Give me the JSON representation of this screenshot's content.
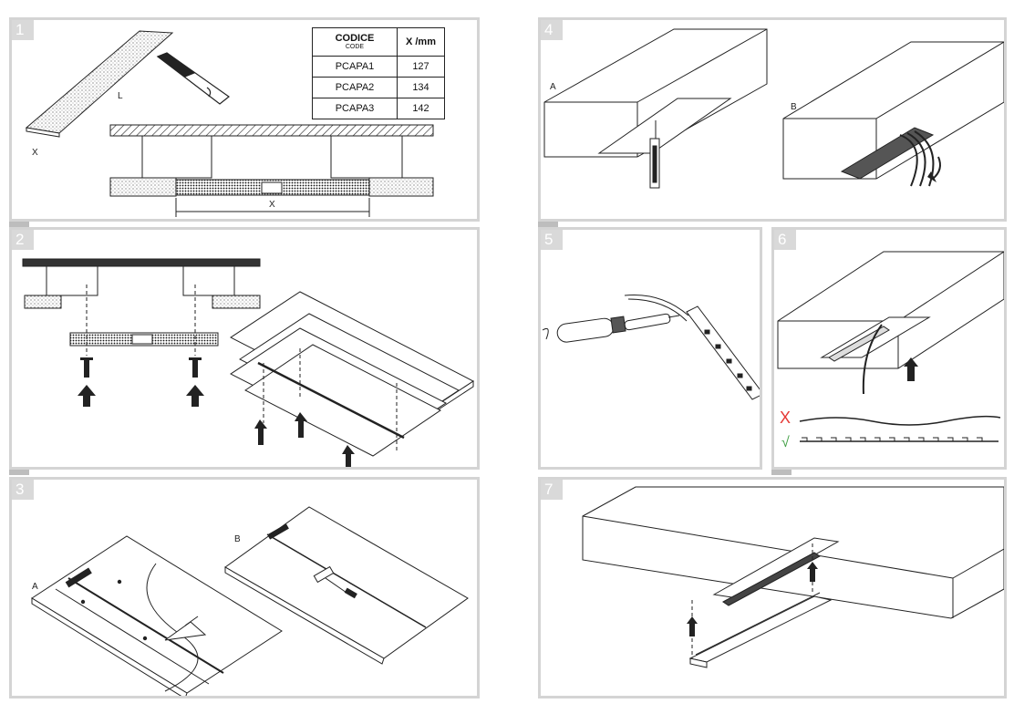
{
  "steps": [
    "1",
    "2",
    "3",
    "4",
    "5",
    "6",
    "7"
  ],
  "table": {
    "header_code": "CODICE",
    "header_code_sub": "CODE",
    "header_x": "X /mm",
    "rows": [
      {
        "code": "PCAPA1",
        "x": "127"
      },
      {
        "code": "PCAPA2",
        "x": "134"
      },
      {
        "code": "PCAPA3",
        "x": "142"
      }
    ]
  },
  "labels": {
    "l": "L",
    "x_small": "X",
    "x_dim": "X",
    "a": "A",
    "b": "B"
  },
  "marks": {
    "wrong": "X",
    "right": "√"
  },
  "colors": {
    "frame": "#d4d4d4",
    "number_bg": "#d9d9d9",
    "wrong": "#e53935",
    "right": "#43a047"
  }
}
